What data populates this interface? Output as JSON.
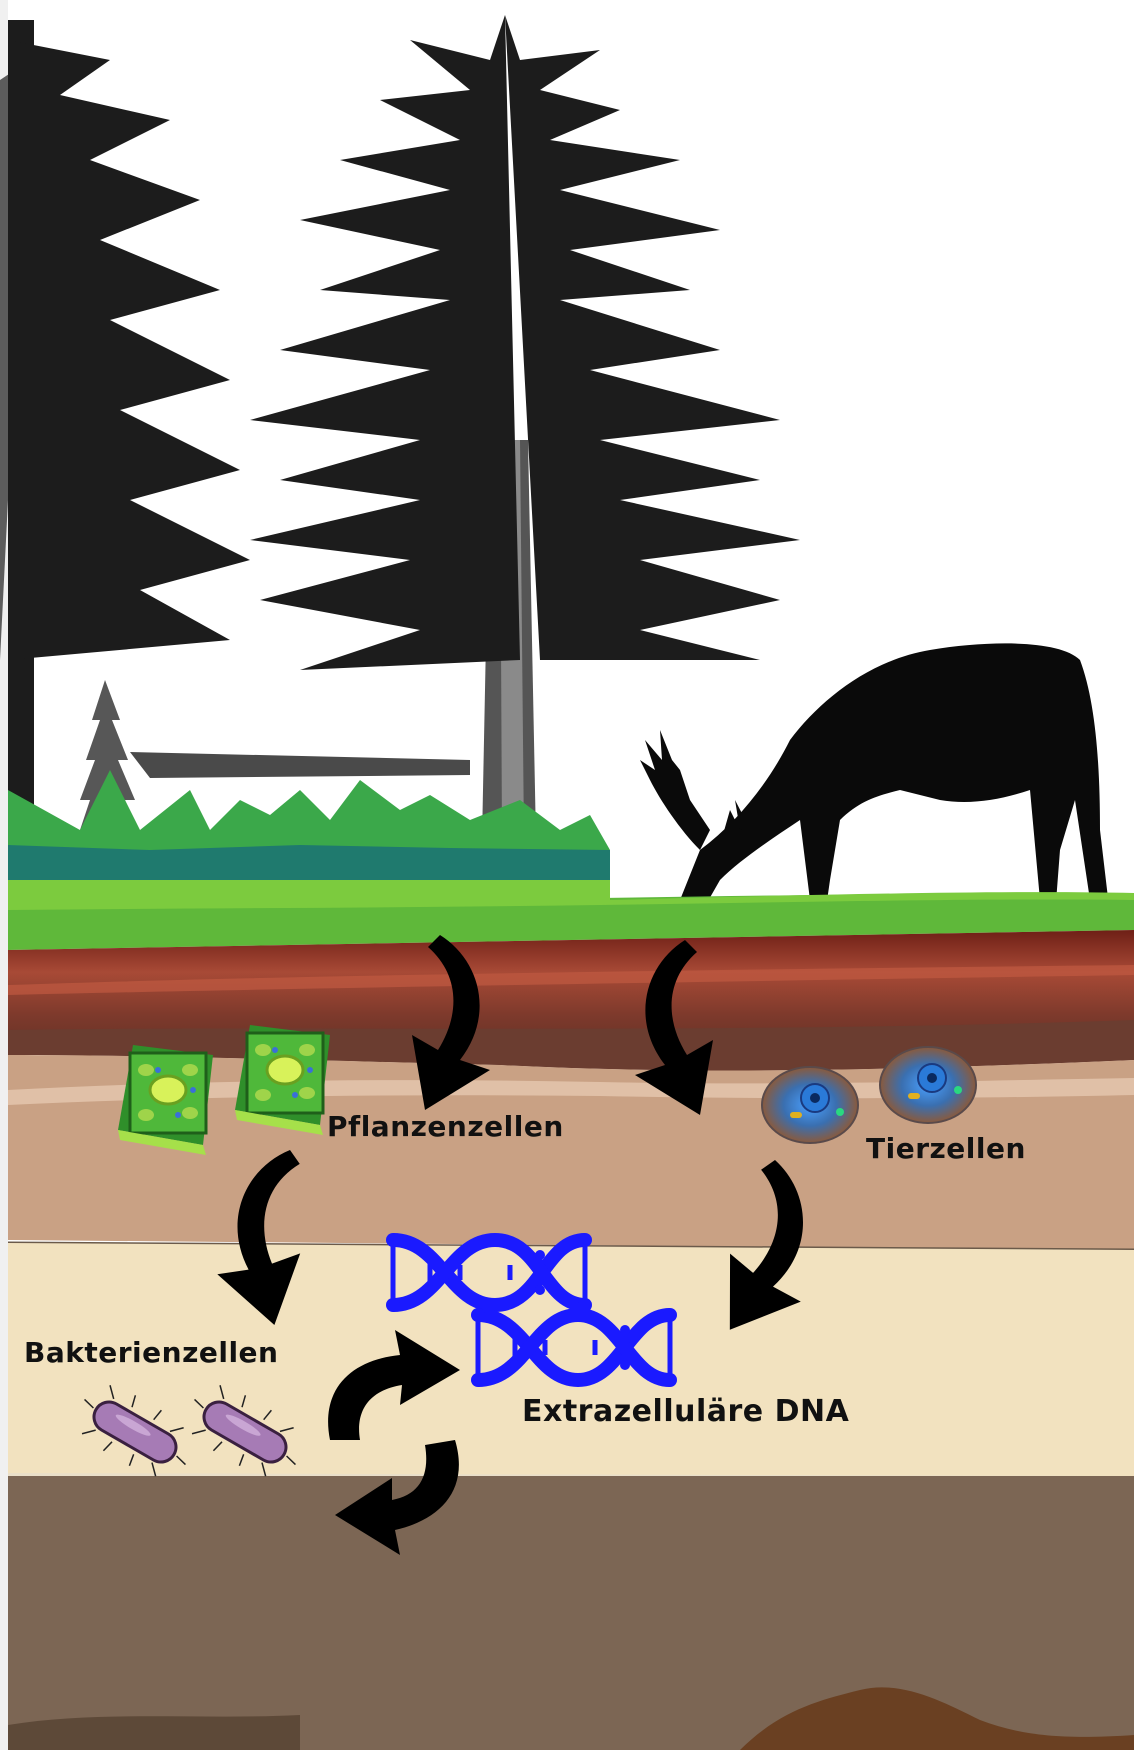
{
  "labels": {
    "plant_cells": "Pflanzenzellen",
    "animal_cells": "Tierzellen",
    "bacteria_cells": "Bakterienzellen",
    "extracellular_dna": "Extrazelluläre DNA"
  },
  "colors": {
    "sky": "#ffffff",
    "tree_silhouette": "#1a1a1a",
    "grass": "#4caf3a",
    "topsoil_red": "#8e3b2c",
    "soil_tan": "#c9a184",
    "cream_layer": "#f2e2bf",
    "deep_soil": "#7c6654",
    "dna_blue": "#1a1aff",
    "bacteria_purple": "#9b6fa8",
    "arrow": "#000000"
  },
  "icons": [
    "pine-tree-icon",
    "deer-silhouette-icon",
    "plant-cell-icon",
    "animal-cell-icon",
    "bacterium-icon",
    "dna-helix-icon",
    "curved-arrow-icon",
    "cycle-arrows-icon"
  ]
}
